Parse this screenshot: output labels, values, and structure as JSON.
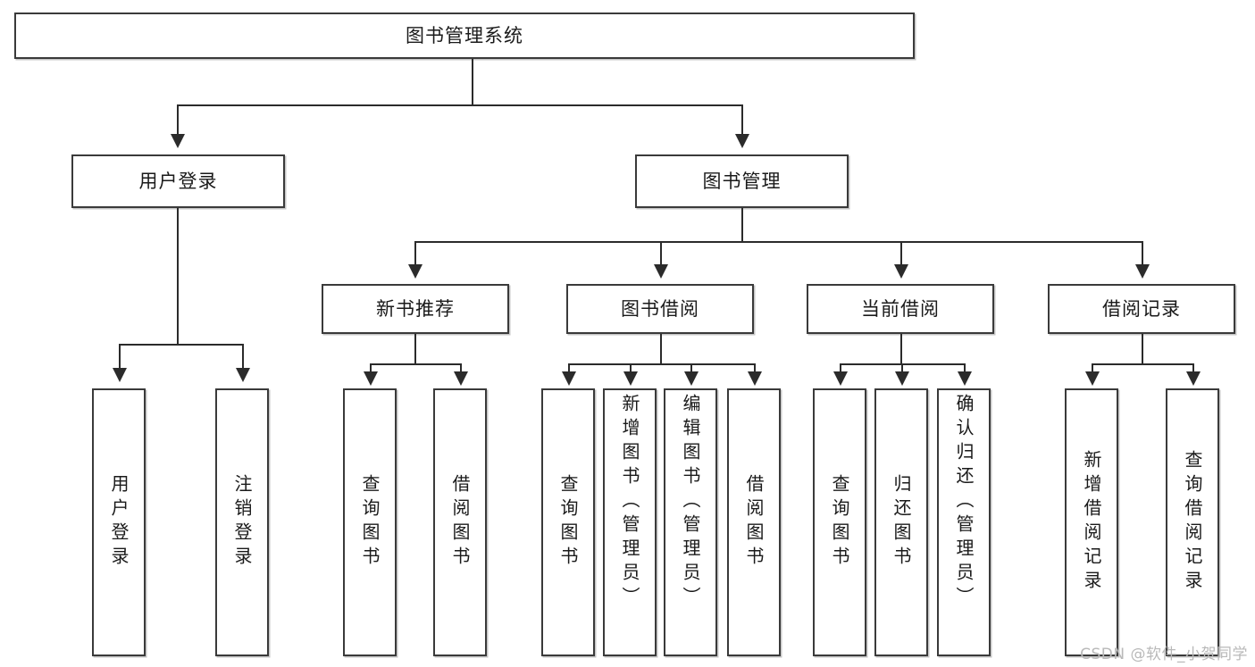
{
  "diagram": {
    "title": "图书管理系统",
    "root": {
      "label": "图书管理系统"
    },
    "level2": [
      {
        "label": "用户登录"
      },
      {
        "label": "图书管理"
      }
    ],
    "level3": [
      {
        "label": "新书推荐"
      },
      {
        "label": "图书借阅"
      },
      {
        "label": "当前借阅"
      },
      {
        "label": "借阅记录"
      }
    ],
    "leaves": {
      "user_login": [
        {
          "label": "用户登录"
        },
        {
          "label": "注销登录"
        }
      ],
      "new_book_recommend": [
        {
          "label": "查询图书"
        },
        {
          "label": "借阅图书"
        }
      ],
      "book_borrow": [
        {
          "label": "查询图书"
        },
        {
          "label": "新增图书（管理员）"
        },
        {
          "label": "编辑图书（管理员）"
        },
        {
          "label": "借阅图书"
        }
      ],
      "current_borrow": [
        {
          "label": "查询图书"
        },
        {
          "label": "归还图书"
        },
        {
          "label": "确认归还（管理员）"
        }
      ],
      "borrow_record": [
        {
          "label": "新增借阅记录"
        },
        {
          "label": "查询借阅记录"
        }
      ]
    }
  },
  "watermark": {
    "text": "CSDN @软件_小贺同学"
  },
  "colors": {
    "box_border": "#3a3a3a",
    "connector": "#2b2b2b",
    "background": "#ffffff",
    "watermark": "#b9b9b9"
  }
}
